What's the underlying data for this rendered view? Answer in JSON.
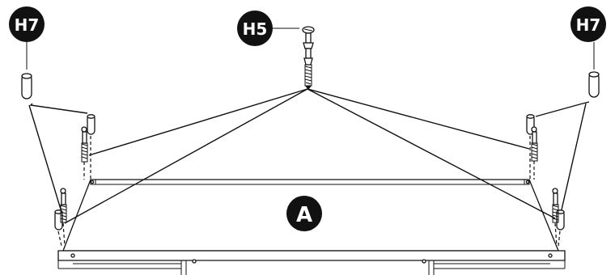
{
  "labels": {
    "h7_left": "H7",
    "h5": "H5",
    "h7_right": "H7",
    "panel": "A"
  }
}
